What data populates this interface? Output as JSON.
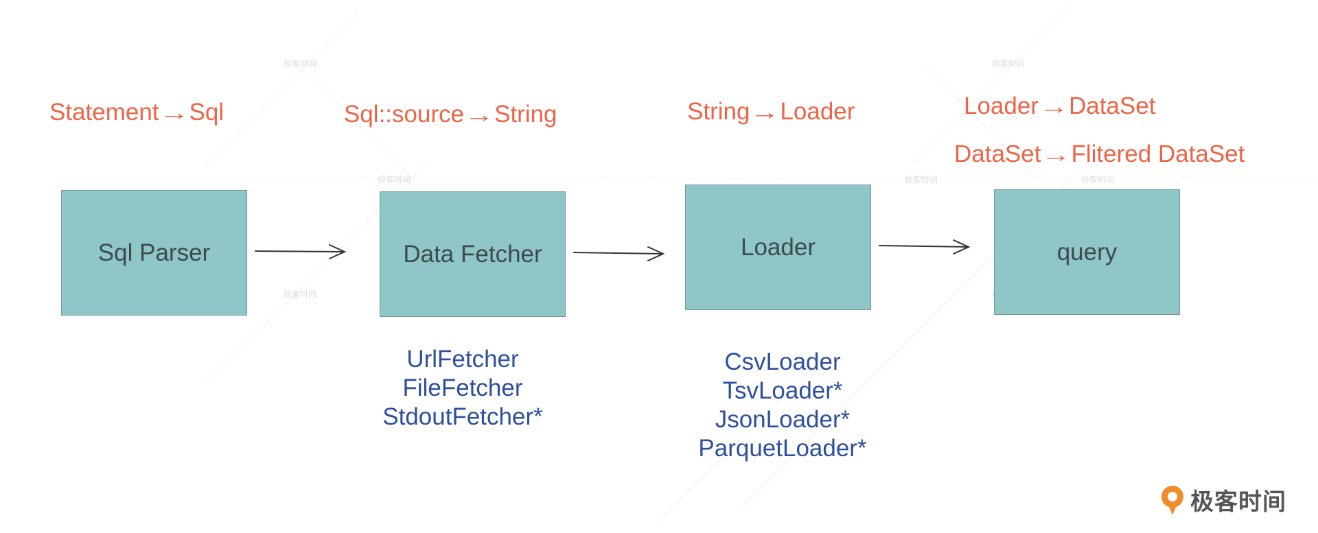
{
  "transforms": [
    {
      "from": "Statement",
      "to": "Sql"
    },
    {
      "from": "Sql::source",
      "to": "String"
    },
    {
      "from": "String",
      "to": "Loader"
    },
    {
      "from": "Loader",
      "to": "DataSet"
    },
    {
      "from": "DataSet",
      "to": "Flitered DataSet"
    }
  ],
  "arrow_glyph": "→",
  "boxes": {
    "sql_parser": "Sql Parser",
    "data_fetcher": "Data Fetcher",
    "loader": "Loader",
    "query": "query"
  },
  "fetchers": [
    "UrlFetcher",
    "FileFetcher",
    "StdoutFetcher*"
  ],
  "loaders": [
    "CsvLoader",
    "TsvLoader*",
    "JsonLoader*",
    "ParquetLoader*"
  ],
  "logo": {
    "text": "极客时间",
    "icon": "geektime-logo-icon"
  },
  "watermark_text": "极客时间",
  "colors": {
    "box_fill": "#8fc6c8",
    "transform_text": "#ee6446",
    "implementation_text": "#2d4f9e",
    "logo_orange": "#f08c2a"
  }
}
